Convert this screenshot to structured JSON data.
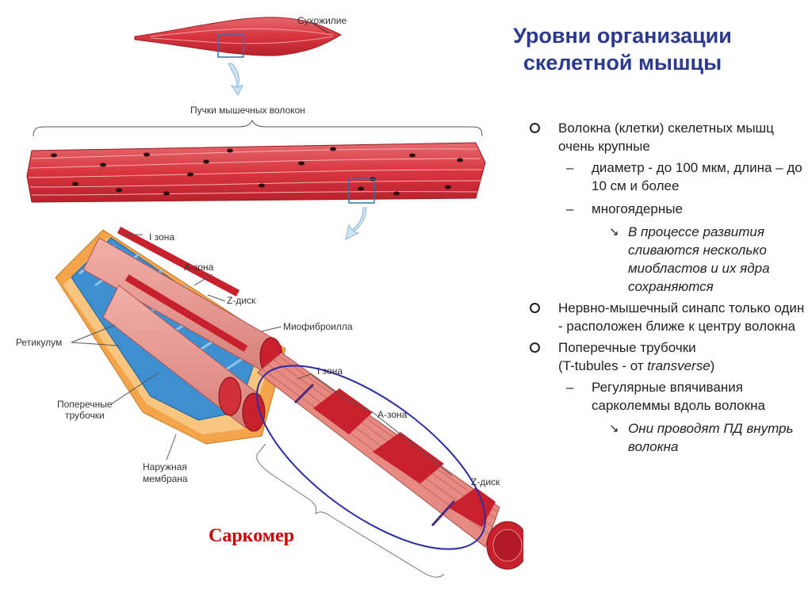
{
  "title": {
    "line1": "Уровни организации",
    "line2": "скелетной мышцы"
  },
  "diagram": {
    "labels": {
      "tendon": "Сухожилие",
      "bundles": "Пучки мышечных волокон",
      "i_zone_top": "I зона",
      "a_zone_top": "A-зона",
      "z_disk_top": "Z-диск",
      "myofibril": "Миофиброилла",
      "reticulum": "Ретикулум",
      "t_tubules_1": "Поперечные",
      "t_tubules_2": "трубочки",
      "outer_membrane_1": "Наружная",
      "outer_membrane_2": "мембрана",
      "i_zone_mid": "I зона",
      "a_zone_mid": "A-зона",
      "z_disk_mid": "Z-диск"
    },
    "sarcomere": "Саркомер"
  },
  "bullets": {
    "b1": "Волокна (клетки) скелетных мышц очень крупные",
    "b1_sub1": "диаметр - до 100 мкм, длина – до 10 см и более",
    "b1_sub2": "многоядерные",
    "b1_sub2_note": "В процессе развития сливаются несколько миобластов и их ядра сохраняются",
    "b2": "Нервно-мышечный синапс только один - расположен ближе к центру волокна",
    "b3_line1": "Поперечные трубочки",
    "b3_line2_pre": "(T-tubules - от ",
    "b3_line2_em": "transverse",
    "b3_line2_post": ")",
    "b3_sub1": "Регулярные впячивания сарколеммы вдоль волокна",
    "b3_sub1_note": "Они проводят ПД внутрь волокна"
  },
  "colors": {
    "title": "#2b3990",
    "muscle": "#d8343e",
    "sarcomere_text": "#cc0000",
    "ellipse": "#2b2ba8",
    "reticulum": "#3d8fd0"
  }
}
